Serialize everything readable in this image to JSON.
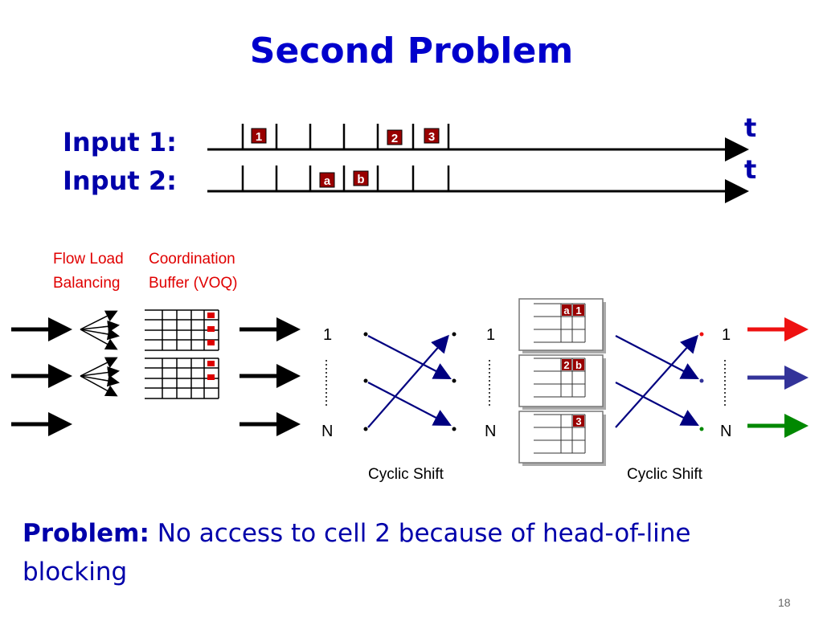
{
  "title": "Second Problem",
  "timeline": {
    "input1_label": "Input 1:",
    "input2_label": "Input 2:",
    "time_label": "t",
    "input1_cells": [
      "1",
      "2",
      "3"
    ],
    "input2_cells": [
      "a",
      "b"
    ]
  },
  "labels": {
    "flow_load_line1": "Flow Load",
    "flow_load_line2": "Balancing",
    "coord_line1": "Coordination",
    "coord_line2": "Buffer (VOQ)",
    "port_first": "1",
    "port_last": "N",
    "cyclic_shift": "Cyclic Shift"
  },
  "middle_buffers": [
    {
      "cells": [
        "a",
        "1"
      ]
    },
    {
      "cells": [
        "2",
        "b"
      ]
    },
    {
      "cells": [
        "3"
      ]
    }
  ],
  "output_colors": [
    "#ee1111",
    "#333399",
    "#008800"
  ],
  "problem": {
    "lead": "Problem:",
    "text": "No access to cell 2 because of head-of-line blocking"
  },
  "page_number": "18"
}
